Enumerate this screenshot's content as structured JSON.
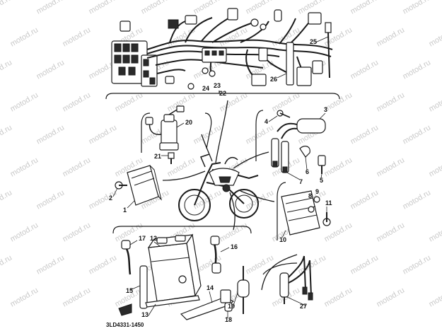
{
  "watermark": "motod.ru",
  "part_number": "3LD4331-1450",
  "callouts": {
    "c1": "1",
    "c2": "2",
    "c3": "3",
    "c4": "4",
    "c5": "5",
    "c6": "6",
    "c7": "7",
    "c8": "8",
    "c9": "9",
    "c10": "10",
    "c11": "11",
    "c12": "12",
    "c13": "13",
    "c14": "14",
    "c15": "15",
    "c16": "16",
    "c17": "17",
    "c18": "18",
    "c19": "19",
    "c20": "20",
    "c21": "21",
    "c22": "22",
    "c23": "23",
    "c24": "24",
    "c25": "25",
    "c26": "26",
    "c27": "27"
  }
}
